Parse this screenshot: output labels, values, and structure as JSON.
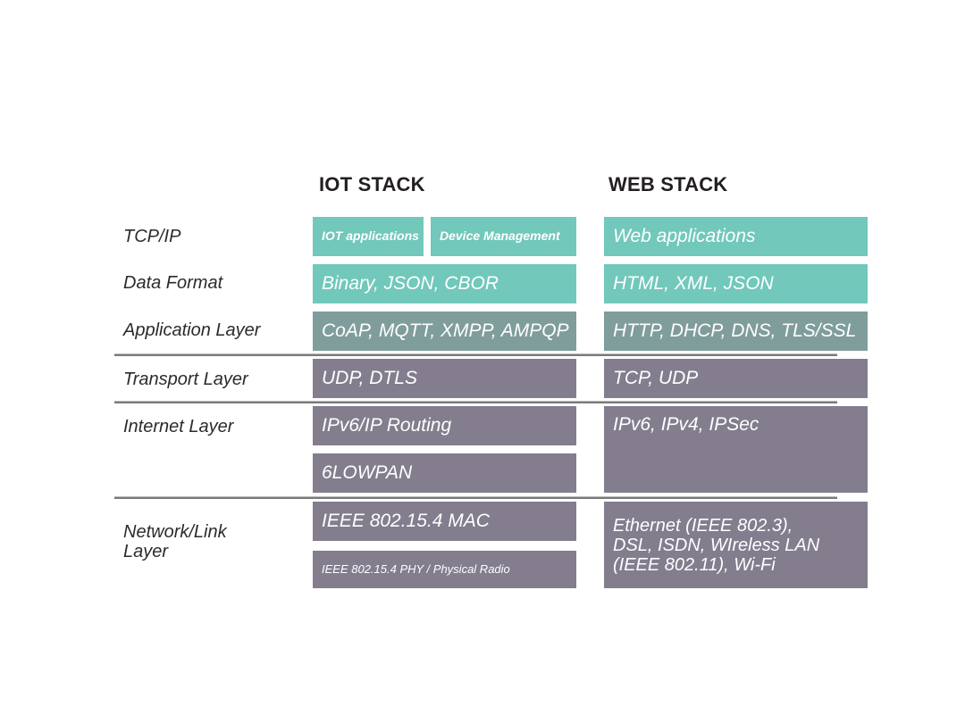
{
  "headers": {
    "iot": "IOT STACK",
    "web": "WEB STACK"
  },
  "colors": {
    "teal": "#71c8bb",
    "dark_teal": "#7f9d9b",
    "purple_gray": "#837d8e",
    "separator": "#7a7a7a",
    "label_text": "#2b2b2b",
    "block_text": "#ffffff",
    "background": "#ffffff"
  },
  "rows": [
    {
      "label": "TCP/IP",
      "iot": [
        "IOT applications",
        "Device Management"
      ],
      "web": [
        "Web applications"
      ]
    },
    {
      "label": "Data Format",
      "iot": [
        "Binary, JSON, CBOR"
      ],
      "web": [
        "HTML, XML, JSON"
      ]
    },
    {
      "label": "Application Layer",
      "iot": [
        "CoAP, MQTT, XMPP, AMPQP"
      ],
      "web": [
        "HTTP, DHCP, DNS, TLS/SSL"
      ]
    },
    {
      "label": "Transport Layer",
      "iot": [
        "UDP, DTLS"
      ],
      "web": [
        "TCP, UDP"
      ]
    },
    {
      "label": "Internet Layer",
      "iot": [
        "IPv6/IP Routing",
        "6LOWPAN"
      ],
      "web": [
        "IPv6, IPv4, IPSec"
      ]
    },
    {
      "label": "Network/Link\nLayer",
      "iot": [
        "IEEE 802.15.4 MAC",
        "IEEE 802.15.4 PHY / Physical Radio"
      ],
      "web": [
        "Ethernet (IEEE 802.3),\nDSL, ISDN, WIreless LAN\n(IEEE 802.11), Wi-Fi"
      ]
    }
  ],
  "blocks": {
    "iot_applications": "IOT applications",
    "device_management": "Device Management",
    "web_applications": "Web applications",
    "binary_json_cbor": "Binary, JSON, CBOR",
    "html_xml_json": "HTML, XML, JSON",
    "coap_mqtt": "CoAP, MQTT, XMPP, AMPQP",
    "http_dhcp": "HTTP, DHCP, DNS, TLS/SSL",
    "udp_dtls": "UDP, DTLS",
    "tcp_udp": "TCP, UDP",
    "ipv6_routing": "IPv6/IP Routing",
    "sixlowpan": "6LOWPAN",
    "ipv6_ipv4_ipsec": "IPv6, IPv4, IPSec",
    "ieee_mac": "IEEE 802.15.4 MAC",
    "ieee_phy": "IEEE 802.15.4 PHY / Physical Radio",
    "ethernet_group": "Ethernet (IEEE 802.3),\nDSL, ISDN, WIreless LAN\n(IEEE 802.11), Wi-Fi"
  },
  "labels": {
    "tcp_ip": "TCP/IP",
    "data_format": "Data Format",
    "application_layer": "Application Layer",
    "transport_layer": "Transport Layer",
    "internet_layer": "Internet Layer",
    "network_link_layer": "Network/Link\nLayer"
  }
}
